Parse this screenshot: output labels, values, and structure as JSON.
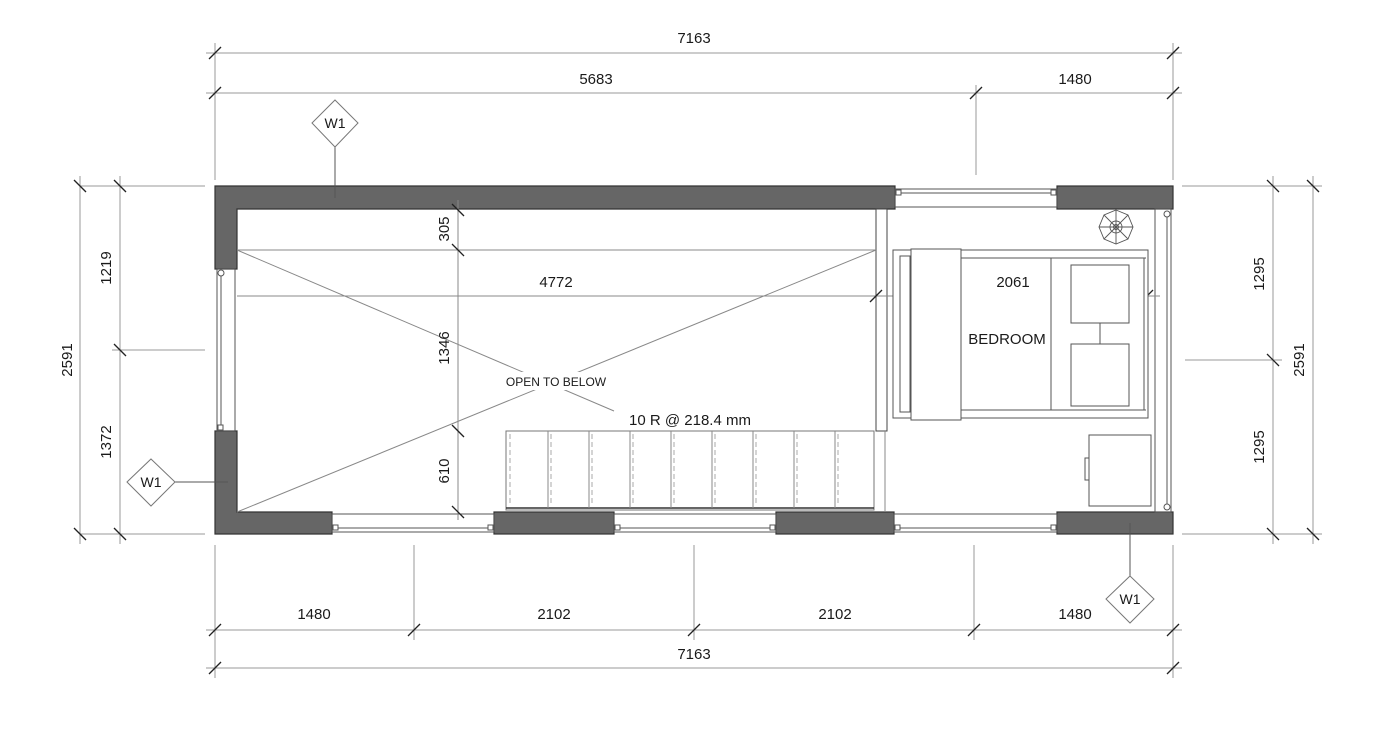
{
  "colors": {
    "wall": "#666666",
    "wall_outline": "#333333",
    "line": "#555555",
    "dim_line": "#9a9a9a",
    "text": "#1a1a1a",
    "background": "#ffffff"
  },
  "plan": {
    "room_label": "BEDROOM",
    "open_label": "OPEN TO BELOW",
    "stair_label": "10 R @ 218.4 mm",
    "interior_dims": {
      "stair_gap": "305",
      "void_length": "4772",
      "void_width": "1346",
      "stair_width": "610",
      "bedroom_length": "2061"
    },
    "wall_tags": [
      {
        "label": "W1",
        "position": "top"
      },
      {
        "label": "W1",
        "position": "left"
      },
      {
        "label": "W1",
        "position": "bottom-right"
      }
    ],
    "icons": [
      "ceiling-fan-icon",
      "bed-icon",
      "pillow-icon",
      "cabinet-icon",
      "stair-icon"
    ]
  },
  "dimensions": {
    "top_overall": "7163",
    "top_segments": [
      "5683",
      "1480"
    ],
    "bottom_segments": [
      "1480",
      "2102",
      "2102",
      "1480"
    ],
    "bottom_overall": "7163",
    "left_overall": "2591",
    "left_segments": [
      "1219",
      "1372"
    ],
    "right_segments": [
      "1295",
      "1295"
    ],
    "right_overall": "2591"
  }
}
